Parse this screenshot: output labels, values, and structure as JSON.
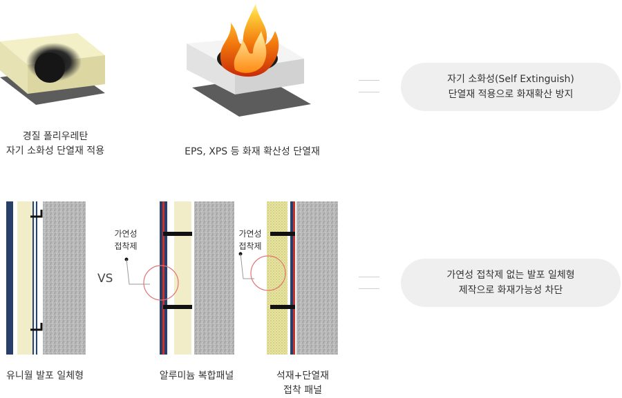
{
  "top": {
    "pur_caption": [
      "경질 폴리우레탄",
      "자기 소화성 단열재 적용"
    ],
    "eps_caption": [
      "EPS, XPS 등 화재 확산성 단열재"
    ],
    "pill_lines": [
      "자기 소화성(Self Extinguish)",
      "단열재 적용으로 화재확산 방지"
    ]
  },
  "bottom": {
    "vs_label": "VS",
    "adhesive_label_a": [
      "가연성",
      "접착제"
    ],
    "adhesive_label_b": [
      "가연성",
      "접착제"
    ],
    "panel_a_caption": [
      "유니월 발포 일체형"
    ],
    "panel_b_caption": [
      "알루미늄 복합패널"
    ],
    "panel_c_caption": [
      "석재+단열재",
      "접착 패널"
    ],
    "pill_lines": [
      "가연성 접착제 없는 발포 일체형",
      "제작으로 화재가능성 차단"
    ]
  },
  "colors": {
    "foam": "#f1edc8",
    "navy": "#27406a",
    "red": "#c8322e",
    "stone": "#b9b9b9",
    "pill": "#efefef",
    "circle": "#e07373"
  }
}
